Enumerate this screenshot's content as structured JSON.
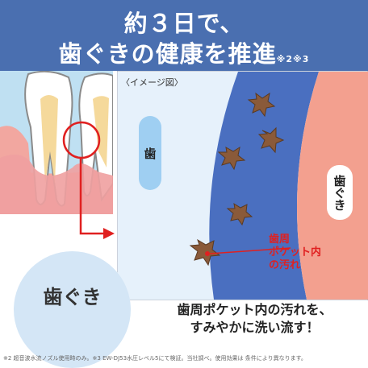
{
  "header": {
    "line1": "約３日で、",
    "line2": "歯ぐきの健康を推進",
    "line2_note": "※2※3"
  },
  "illustration": {
    "image_label": "〈イメージ図〉",
    "tooth_tag": "歯",
    "gum_tag": "歯ぐき",
    "pocket_label_lines": [
      "歯周",
      "ポケット内",
      "の汚れ"
    ]
  },
  "circle_label": "歯ぐき",
  "caption": {
    "line1": "歯周ポケット内の汚れを、",
    "line2": "すみやかに洗い流す！"
  },
  "footnote": "※2 超音波水流ノズル使用時のみ。※3 EW-DJ53水圧レベル5にて検証。当社調べ。使用効果は 条件により異なります。",
  "colors": {
    "header_bg": "#4a6fb0",
    "tooth_blue": "#4a6fc0",
    "gum_pink": "#f3a08f",
    "accent_red": "#e02020",
    "plaque": "#8a5a3a"
  }
}
